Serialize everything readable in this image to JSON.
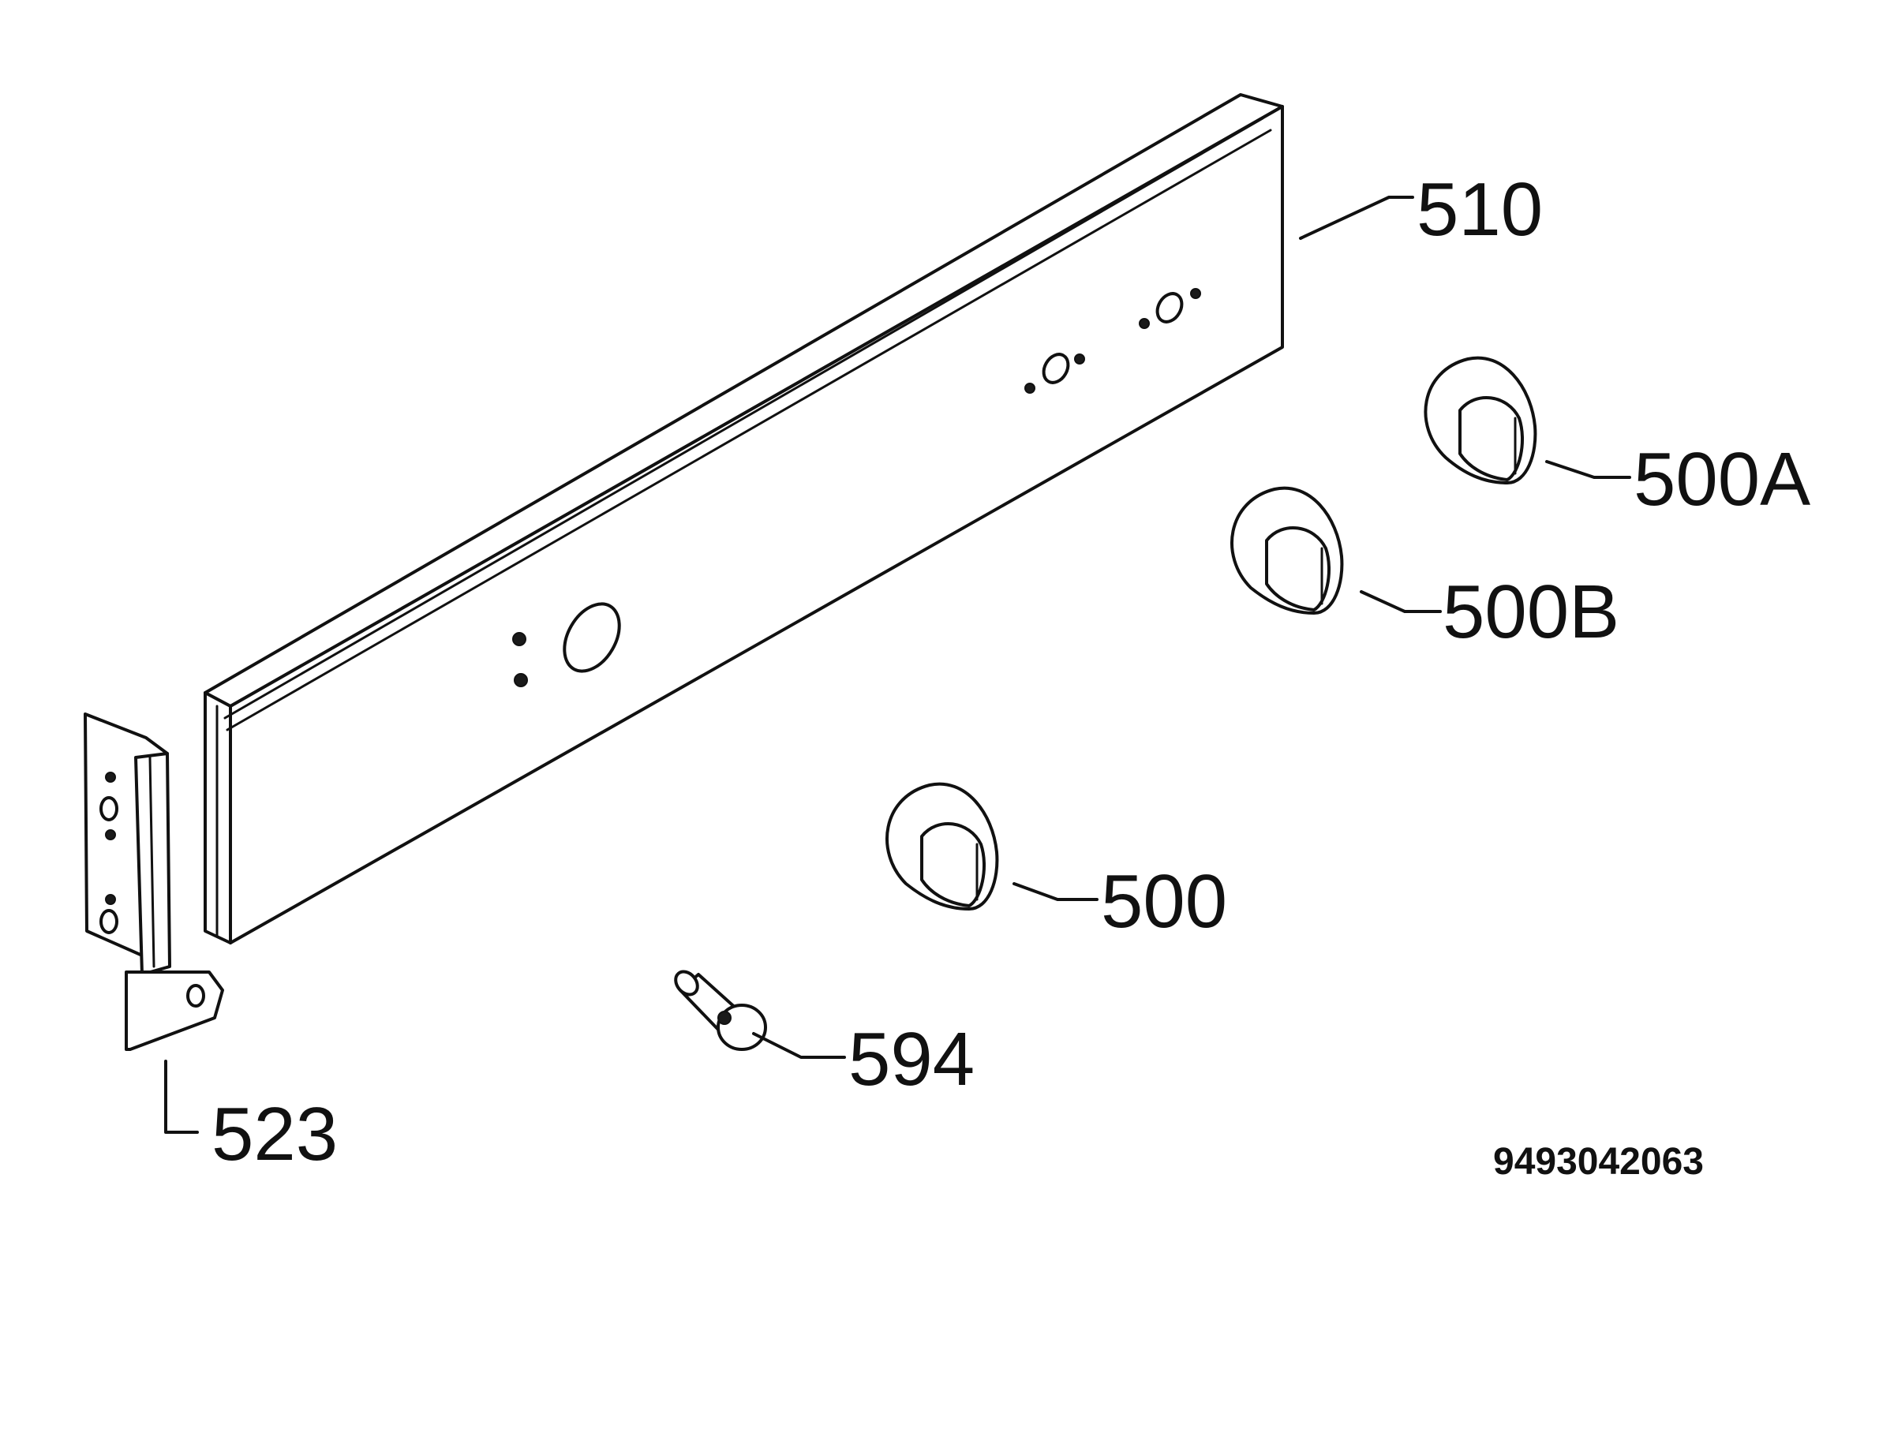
{
  "parts": {
    "p510": "510",
    "p500A": "500A",
    "p500B": "500B",
    "p500": "500",
    "p594": "594",
    "p523": "523"
  },
  "drawing_number": "9493042063",
  "colors": {
    "line": "#111111",
    "background": "#ffffff"
  }
}
